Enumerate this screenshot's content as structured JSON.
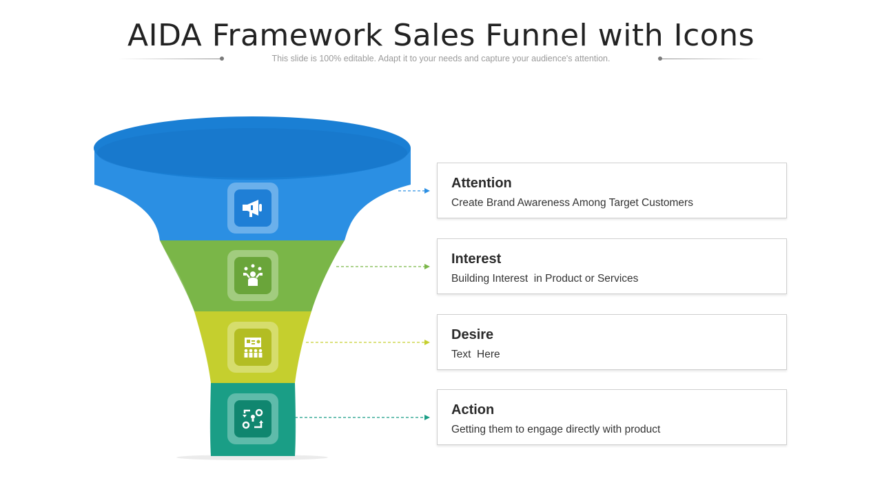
{
  "header": {
    "title": "AIDA Framework Sales Funnel with Icons",
    "subtitle": "This slide is 100% editable. Adapt it to your needs and capture your audience's attention."
  },
  "stages": [
    {
      "title": "Attention",
      "text": "Create Brand Awareness Among Target Customers",
      "color": "#2b8fdf",
      "icon": "megaphone-icon"
    },
    {
      "title": "Interest",
      "text": "Building Interest  in Product or Services",
      "color": "#7cb342",
      "icon": "juggling-person-icon"
    },
    {
      "title": "Desire",
      "text": "Text  Here",
      "color": "#c6d02e",
      "icon": "presentation-audience-icon"
    },
    {
      "title": "Action",
      "text": "Getting them to engage directly with product",
      "color": "#16a085",
      "icon": "process-gears-icon"
    }
  ]
}
